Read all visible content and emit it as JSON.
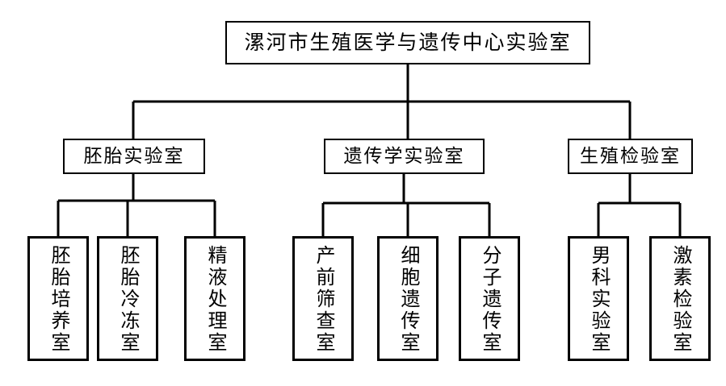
{
  "diagram": {
    "title": "漯河市生殖医学与遗传中心实验室",
    "type": "organization-chart",
    "orientation": "top-down",
    "colors": {
      "background": "#ffffff",
      "box_border": "#000000",
      "connector": "#000000",
      "text": "#000000"
    },
    "root": {
      "id": "root",
      "label": "漯河市生殖医学与遗传中心实验室",
      "text_direction": "horizontal"
    },
    "branches": [
      {
        "id": "branch-embryo",
        "label": "胚胎实验室",
        "text_direction": "horizontal",
        "children": [
          {
            "id": "leaf-embryo-culture",
            "label": "胚胎培养室",
            "text_direction": "vertical"
          },
          {
            "id": "leaf-embryo-freezing",
            "label": "胚胎冷冻室",
            "text_direction": "vertical"
          },
          {
            "id": "leaf-semen-processing",
            "label": "精液处理室",
            "text_direction": "vertical"
          }
        ]
      },
      {
        "id": "branch-genetics",
        "label": "遗传学实验室",
        "text_direction": "horizontal",
        "children": [
          {
            "id": "leaf-prenatal-screening",
            "label": "产前筛查室",
            "text_direction": "vertical"
          },
          {
            "id": "leaf-cytogenetics",
            "label": "细胞遗传室",
            "text_direction": "vertical"
          },
          {
            "id": "leaf-molecular-genetics",
            "label": "分子遗传室",
            "text_direction": "vertical"
          }
        ]
      },
      {
        "id": "branch-reproductive-testing",
        "label": "生殖检验室",
        "text_direction": "horizontal",
        "children": [
          {
            "id": "leaf-andrology-lab",
            "label": "男科实验室",
            "text_direction": "vertical"
          },
          {
            "id": "leaf-hormone-testing",
            "label": "激素检验室",
            "text_direction": "vertical"
          }
        ]
      }
    ]
  }
}
